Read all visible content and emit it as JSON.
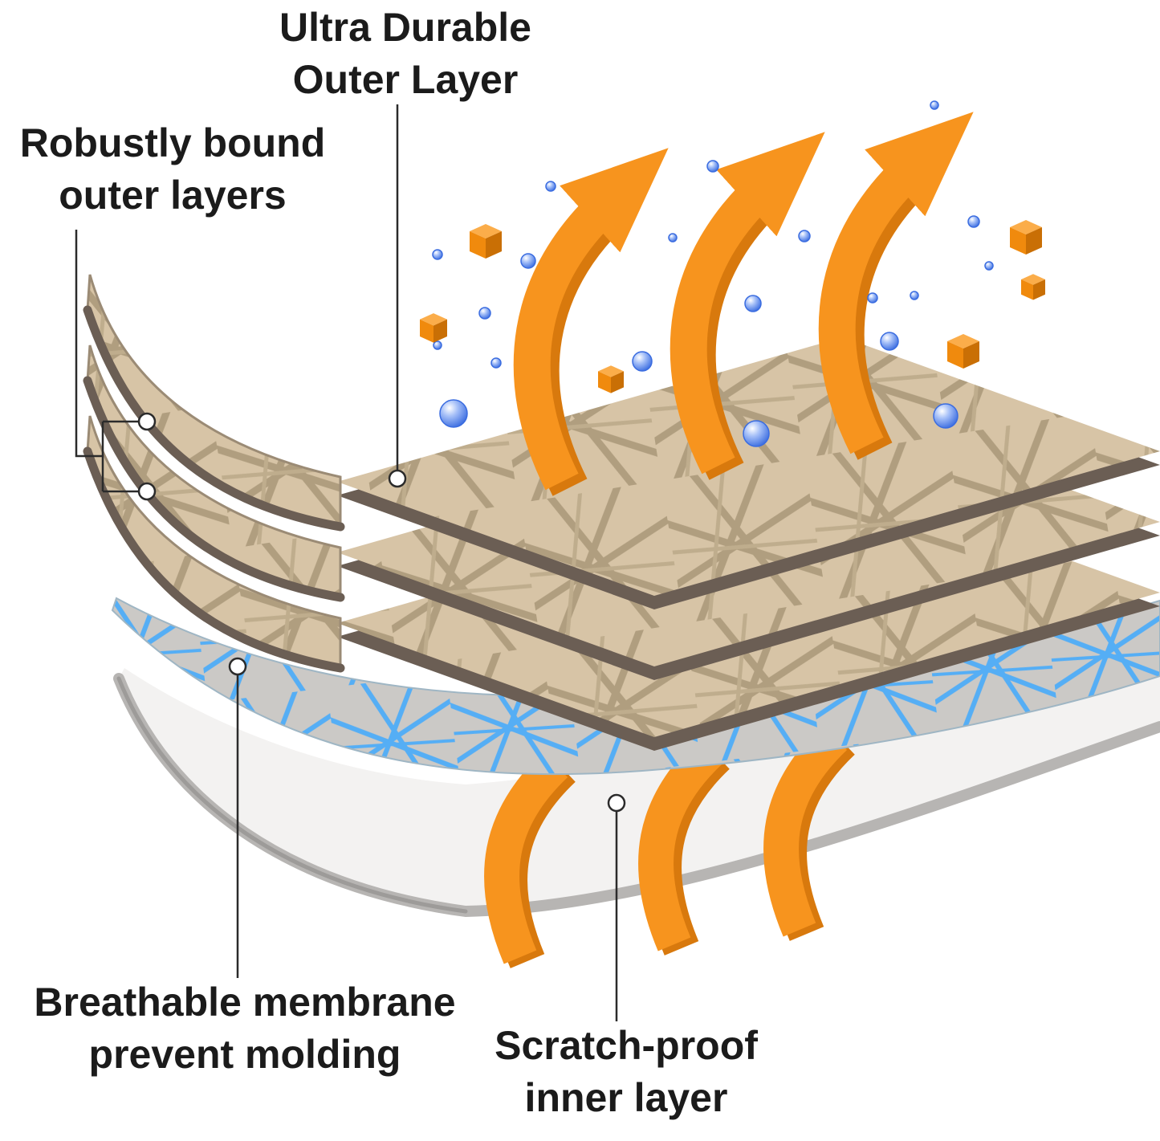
{
  "labels": {
    "outer": {
      "line1": "Ultra Durable",
      "line2": "Outer Layer"
    },
    "bound": {
      "line1": "Robustly bound",
      "line2": "outer layers"
    },
    "membrane": {
      "line1": "Breathable membrane",
      "line2": "prevent molding"
    },
    "inner": {
      "line1": "Scratch-proof",
      "line2": "inner layer"
    }
  },
  "colors": {
    "arrow_orange": "#F7941E",
    "arrow_orange_dark": "#D8790D",
    "fabric_tan": "#D7C4A6",
    "fabric_fiber_tan": "#AE9C7D",
    "layer_edge_brown": "#6B5E54",
    "membrane_gray": "#CBC9C6",
    "membrane_mesh_blue": "#55AEF5",
    "inner_layer_white": "#F3F2F1",
    "inner_layer_edge_gray": "#B7B5B3",
    "droplet_blue": "#3A6CE0",
    "debris_cube_orange": "#F08A0D",
    "label_text": "#1B1B1B",
    "leader_line": "#2B2B2B"
  }
}
